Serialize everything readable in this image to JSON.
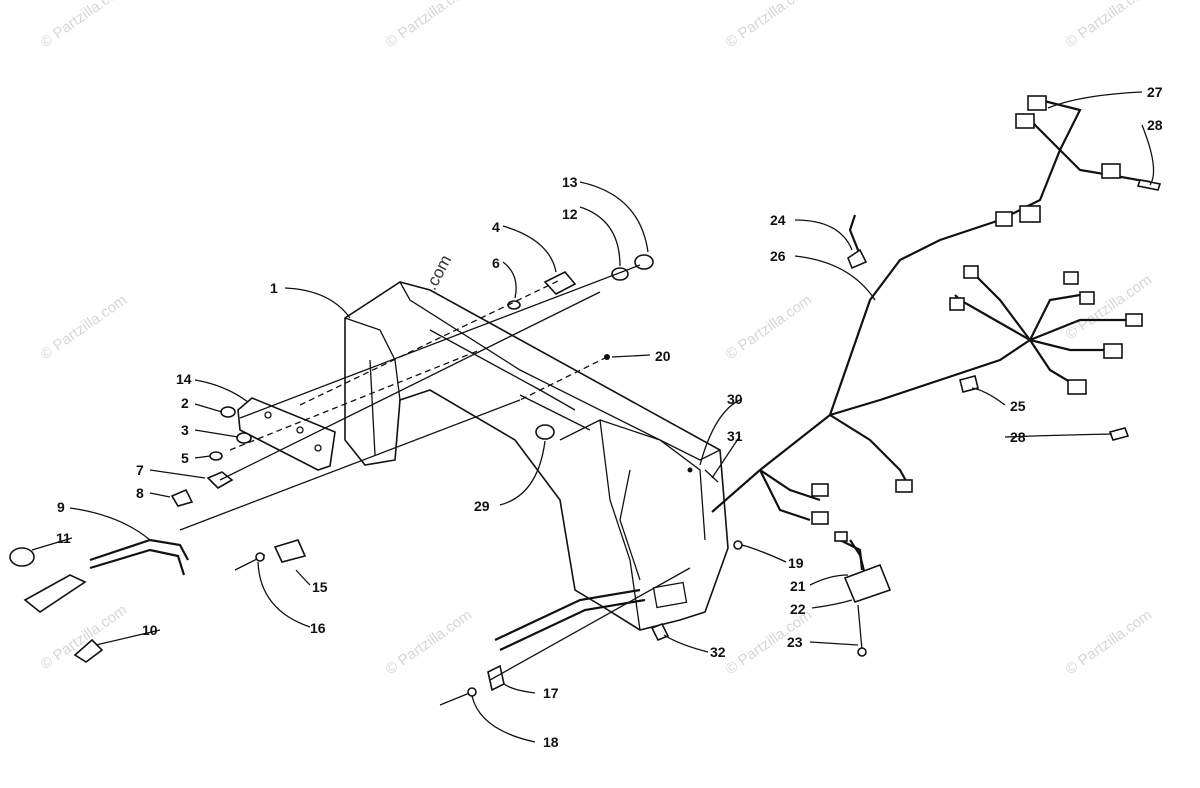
{
  "diagram": {
    "watermark": "© Partzilla.com",
    "callouts": [
      "1",
      "2",
      "3",
      "4",
      "5",
      "6",
      "7",
      "8",
      "9",
      "10",
      "11",
      "12",
      "13",
      "14",
      "15",
      "16",
      "17",
      "18",
      "19",
      "20",
      "21",
      "22",
      "23",
      "24",
      "25",
      "26",
      "27",
      "28",
      "28",
      "29",
      "30",
      "31",
      "32"
    ]
  }
}
